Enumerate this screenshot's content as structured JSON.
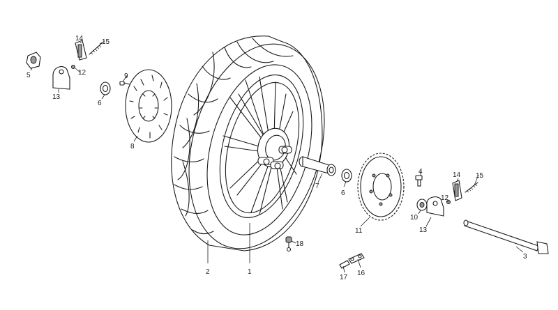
{
  "diagram": {
    "callouts": [
      {
        "id": "c1",
        "text": "1"
      },
      {
        "id": "c2",
        "text": "2"
      },
      {
        "id": "c3",
        "text": "3"
      },
      {
        "id": "c4",
        "text": "4"
      },
      {
        "id": "c5",
        "text": "5"
      },
      {
        "id": "c6a",
        "text": "6"
      },
      {
        "id": "c6b",
        "text": "6"
      },
      {
        "id": "c7",
        "text": "7"
      },
      {
        "id": "c8",
        "text": "8"
      },
      {
        "id": "c9",
        "text": "9"
      },
      {
        "id": "c10",
        "text": "10"
      },
      {
        "id": "c11",
        "text": "11"
      },
      {
        "id": "c12a",
        "text": "12"
      },
      {
        "id": "c12b",
        "text": "12"
      },
      {
        "id": "c13a",
        "text": "13"
      },
      {
        "id": "c13b",
        "text": "13"
      },
      {
        "id": "c14a",
        "text": "14"
      },
      {
        "id": "c14b",
        "text": "14"
      },
      {
        "id": "c15a",
        "text": "15"
      },
      {
        "id": "c15b",
        "text": "15"
      },
      {
        "id": "c16",
        "text": "16"
      },
      {
        "id": "c17",
        "text": "17"
      },
      {
        "id": "c18",
        "text": "18"
      }
    ]
  }
}
